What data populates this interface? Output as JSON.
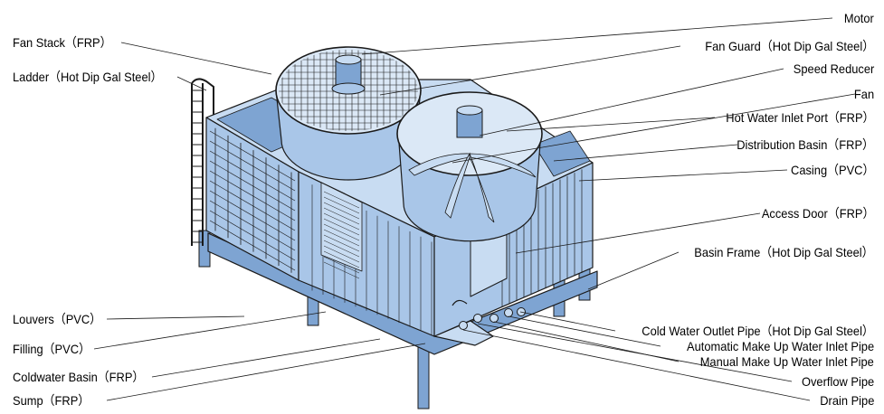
{
  "colors": {
    "body": "#a9c6e8",
    "body_dark": "#7ea4d2",
    "body_light": "#c8dcf2",
    "stroke": "#1a1a1a",
    "fan": "#dbe8f6"
  },
  "labels_left": [
    {
      "id": "fan-stack",
      "text": "Fan Stack（FRP）"
    },
    {
      "id": "ladder",
      "text": "Ladder（Hot Dip Gal Steel）"
    },
    {
      "id": "louvers",
      "text": "Louvers（PVC）"
    },
    {
      "id": "filling",
      "text": "Filling（PVC）"
    },
    {
      "id": "coldwater-basin",
      "text": "Coldwater Basin（FRP）"
    },
    {
      "id": "sump",
      "text": "Sump（FRP）"
    }
  ],
  "labels_right": [
    {
      "id": "motor",
      "text": "Motor"
    },
    {
      "id": "fan-guard",
      "text": "Fan Guard（Hot Dip Gal Steel）"
    },
    {
      "id": "speed-reducer",
      "text": "Speed Reducer"
    },
    {
      "id": "fan",
      "text": "Fan"
    },
    {
      "id": "hot-water-inlet-port",
      "text": "Hot Water Inlet Port（FRP）"
    },
    {
      "id": "distribution-basin",
      "text": "Distribution Basin（FRP）"
    },
    {
      "id": "casing",
      "text": "Casing（PVC）"
    },
    {
      "id": "access-door",
      "text": "Access Door（FRP）"
    },
    {
      "id": "basin-frame",
      "text": "Basin Frame（Hot Dip Gal Steel）"
    },
    {
      "id": "cold-water-outlet-pipe",
      "text": "Cold Water Outlet Pipe（Hot Dip Gal Steel）"
    },
    {
      "id": "automatic-make-up",
      "text": "Automatic Make Up Water Inlet Pipe"
    },
    {
      "id": "manual-make-up",
      "text": "Manual Make Up Water Inlet Pipe"
    },
    {
      "id": "overflow-pipe",
      "text": "Overflow Pipe"
    },
    {
      "id": "drain-pipe",
      "text": "Drain Pipe"
    }
  ]
}
